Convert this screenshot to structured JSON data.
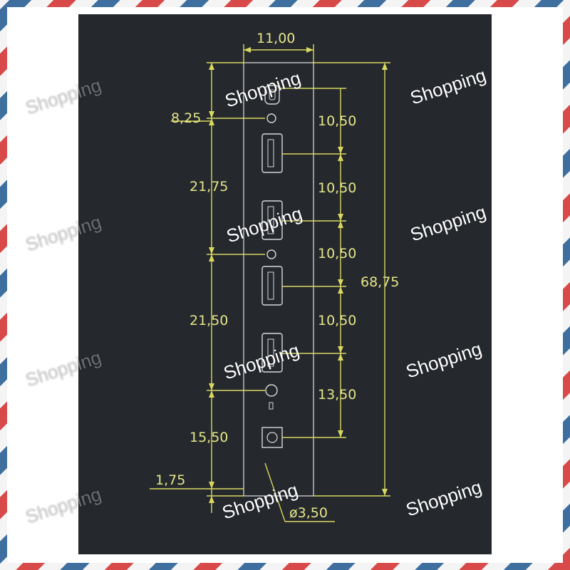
{
  "dimensions": {
    "width_top": "11,00",
    "left_8_25": "8,25",
    "left_21_75": "21,75",
    "left_21_50": "21,50",
    "left_15_50": "15,50",
    "left_1_75": "1,75",
    "right_10_50_a": "10,50",
    "right_10_50_b": "10,50",
    "right_10_50_c": "10,50",
    "right_10_50_d": "10,50",
    "right_13_50": "13,50",
    "total_height": "68,75",
    "hole_diameter": "ø3,50"
  },
  "watermark": "Shopping",
  "colors": {
    "drawing_background": "#25282d",
    "panel_outline": "#c8c8c8",
    "dimension_lines": "#d8d860",
    "dimension_text": "#e6e68a"
  }
}
